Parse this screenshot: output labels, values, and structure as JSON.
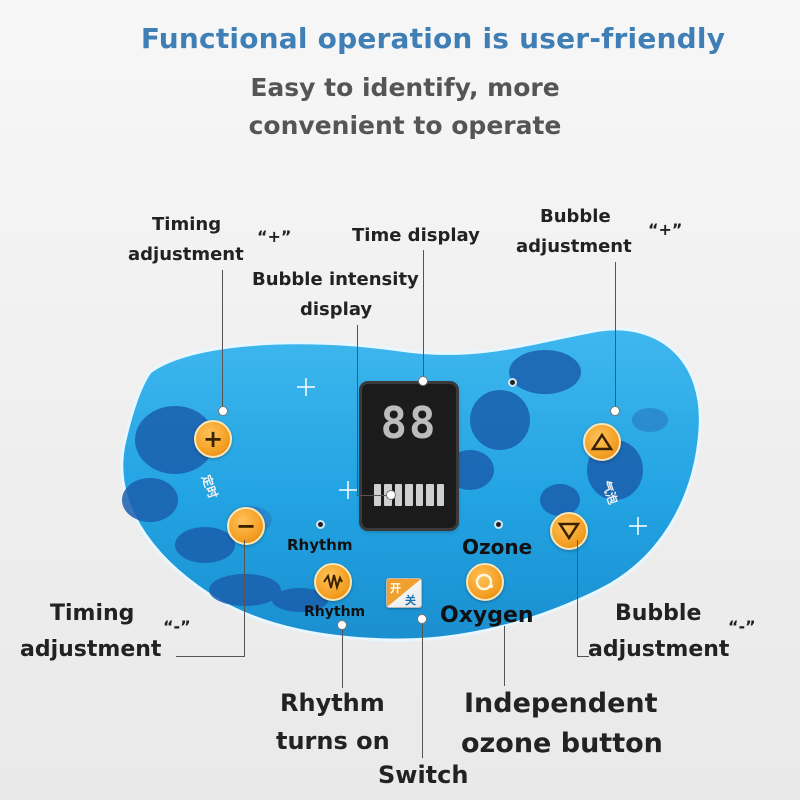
{
  "header": {
    "title": "Functional operation is user-friendly",
    "subtitle_line1": "Easy to identify, more",
    "subtitle_line2": "convenient to operate"
  },
  "callouts": {
    "timing_plus_line1": "Timing",
    "timing_plus_line2": "adjustment",
    "timing_plus_sign": "“+”",
    "time_display": "Time display",
    "bubble_intensity_line1": "Bubble intensity",
    "bubble_intensity_line2": "display",
    "bubble_plus_line1": "Bubble",
    "bubble_plus_line2": "adjustment",
    "bubble_plus_sign": "“+”",
    "timing_minus_line1": "Timing",
    "timing_minus_line2": "adjustment",
    "timing_minus_sign": "“-”",
    "bubble_minus_line1": "Bubble",
    "bubble_minus_line2": "adjustment",
    "bubble_minus_sign": "“-”",
    "rhythm_on_line1": "Rhythm",
    "rhythm_on_line2": "turns on",
    "switch": "Switch",
    "ozone_button_line1": "Independent",
    "ozone_button_line2": "ozone button"
  },
  "panel": {
    "display_digits": "88",
    "rhythm_label_top": "Rhythm",
    "rhythm_label_bottom": "Rhythm",
    "ozone_label": "Ozone",
    "oxygen_label": "Oxygen",
    "switch_char_1": "开",
    "switch_char_2": "关",
    "left_side_text": "定时",
    "right_side_text": "气泡",
    "plus_symbol": "+",
    "minus_symbol": "−"
  },
  "colors": {
    "headline": "#3f7fb6",
    "panel_blue": "#2aa9e6",
    "button_orange": "#f4a024"
  }
}
